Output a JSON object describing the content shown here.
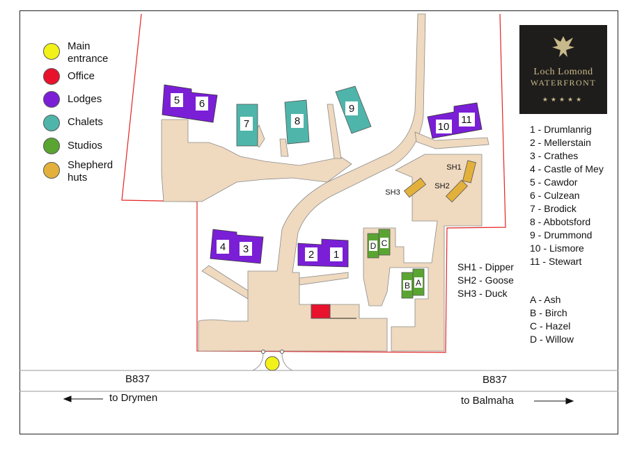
{
  "legend": [
    {
      "label": "Main entrance",
      "color": "#f2f21a"
    },
    {
      "label": "Office",
      "color": "#e8122d"
    },
    {
      "label": "Lodges",
      "color": "#7a1fd6"
    },
    {
      "label": "Chalets",
      "color": "#4fb5aa"
    },
    {
      "label": "Studios",
      "color": "#5aa532"
    },
    {
      "label": "Shepherd huts",
      "color": "#e3b13b"
    }
  ],
  "buildings": {
    "lodges": [
      "1",
      "2",
      "3",
      "4",
      "5",
      "6",
      "10",
      "11"
    ],
    "chalets": [
      "7",
      "8",
      "9"
    ],
    "studios": [
      "A",
      "B",
      "C",
      "D"
    ],
    "shepherd_huts": [
      "SH1",
      "SH2",
      "SH3"
    ]
  },
  "units_list": [
    "1 - Drumlanrig",
    "2 - Mellerstain",
    "3 - Crathes",
    "4 - Castle of Mey",
    "5 - Cawdor",
    "6 - Culzean",
    "7 - Brodick",
    "8 - Abbotsford",
    "9 - Drummond",
    "10 - Lismore",
    "11 - Stewart"
  ],
  "huts_list": [
    "SH1 - Dipper",
    "SH2 - Goose",
    "SH3 - Duck"
  ],
  "studios_list": [
    "A - Ash",
    "B - Birch",
    "C - Hazel",
    "D - Willow"
  ],
  "logo": {
    "line1": "Loch Lomond",
    "line2": "WATERFRONT",
    "stars": "★★★★★"
  },
  "roads": {
    "left_name": "B837",
    "right_name": "B837",
    "left_direction": "to Drymen",
    "right_direction": "to Balmaha"
  },
  "colors": {
    "path": "#efd9bf",
    "boundary": "#e32222",
    "road_line": "#999999"
  }
}
